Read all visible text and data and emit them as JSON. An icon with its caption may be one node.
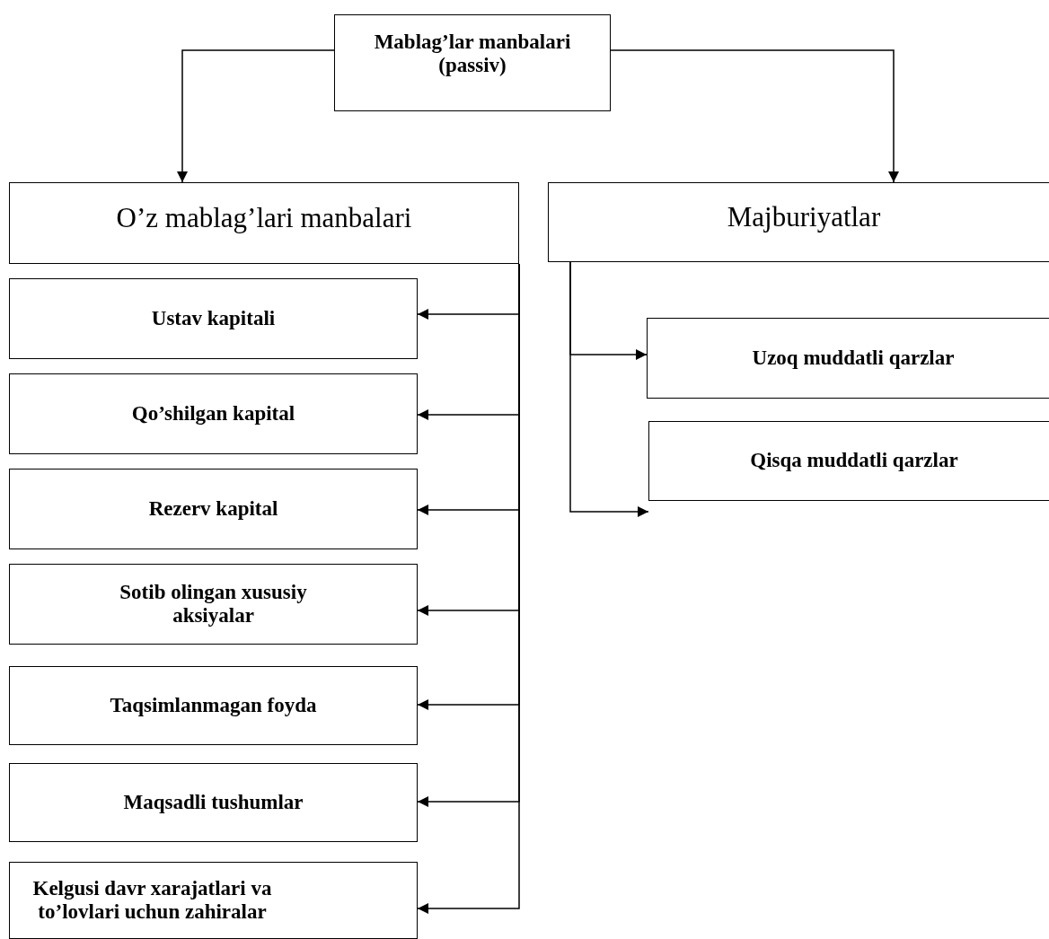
{
  "diagram": {
    "nodes": [
      {
        "text": [
          "Mablag’lar manbalari (passiv)"
        ]
      },
      {
        "text": [
          "O’z mablag’lari manbalari"
        ]
      },
      {
        "text": [
          "Majburiyatlar"
        ]
      },
      {
        "text": [
          "Ustav kapitali"
        ]
      },
      {
        "text": [
          "Qo’shilgan kapital"
        ]
      },
      {
        "text": [
          "Rezerv kapital"
        ]
      },
      {
        "text": [
          "Sotib olingan xususiy aksiyalar"
        ]
      },
      {
        "text": [
          "Taqsimlanmagan foyda"
        ]
      },
      {
        "text": [
          "Maqsadli tushumlar"
        ]
      },
      {
        "text": [
          "Kelgusi davr xarajatlari va to’lovlari uchun zahiralar"
        ]
      },
      {
        "text": [
          "Uzoq muddatli qarzlar"
        ]
      },
      {
        "text": [
          "Qisqa muddatli qarzlar"
        ]
      }
    ],
    "edges": [
      {
        "from": 0,
        "to": 1,
        "arrow": "to"
      },
      {
        "from": 0,
        "to": 2,
        "arrow": "to"
      },
      {
        "from": 1,
        "to": 3,
        "arrow": "to"
      },
      {
        "from": 1,
        "to": 4,
        "arrow": "to"
      },
      {
        "from": 1,
        "to": 5,
        "arrow": "to"
      },
      {
        "from": 1,
        "to": 6,
        "arrow": "to"
      },
      {
        "from": 1,
        "to": 7,
        "arrow": "to"
      },
      {
        "from": 1,
        "to": 8,
        "arrow": "to"
      },
      {
        "from": 1,
        "to": 9,
        "arrow": "to"
      },
      {
        "from": 2,
        "to": 10,
        "arrow": "to"
      },
      {
        "from": 2,
        "to": 11,
        "arrow": "to"
      }
    ]
  }
}
